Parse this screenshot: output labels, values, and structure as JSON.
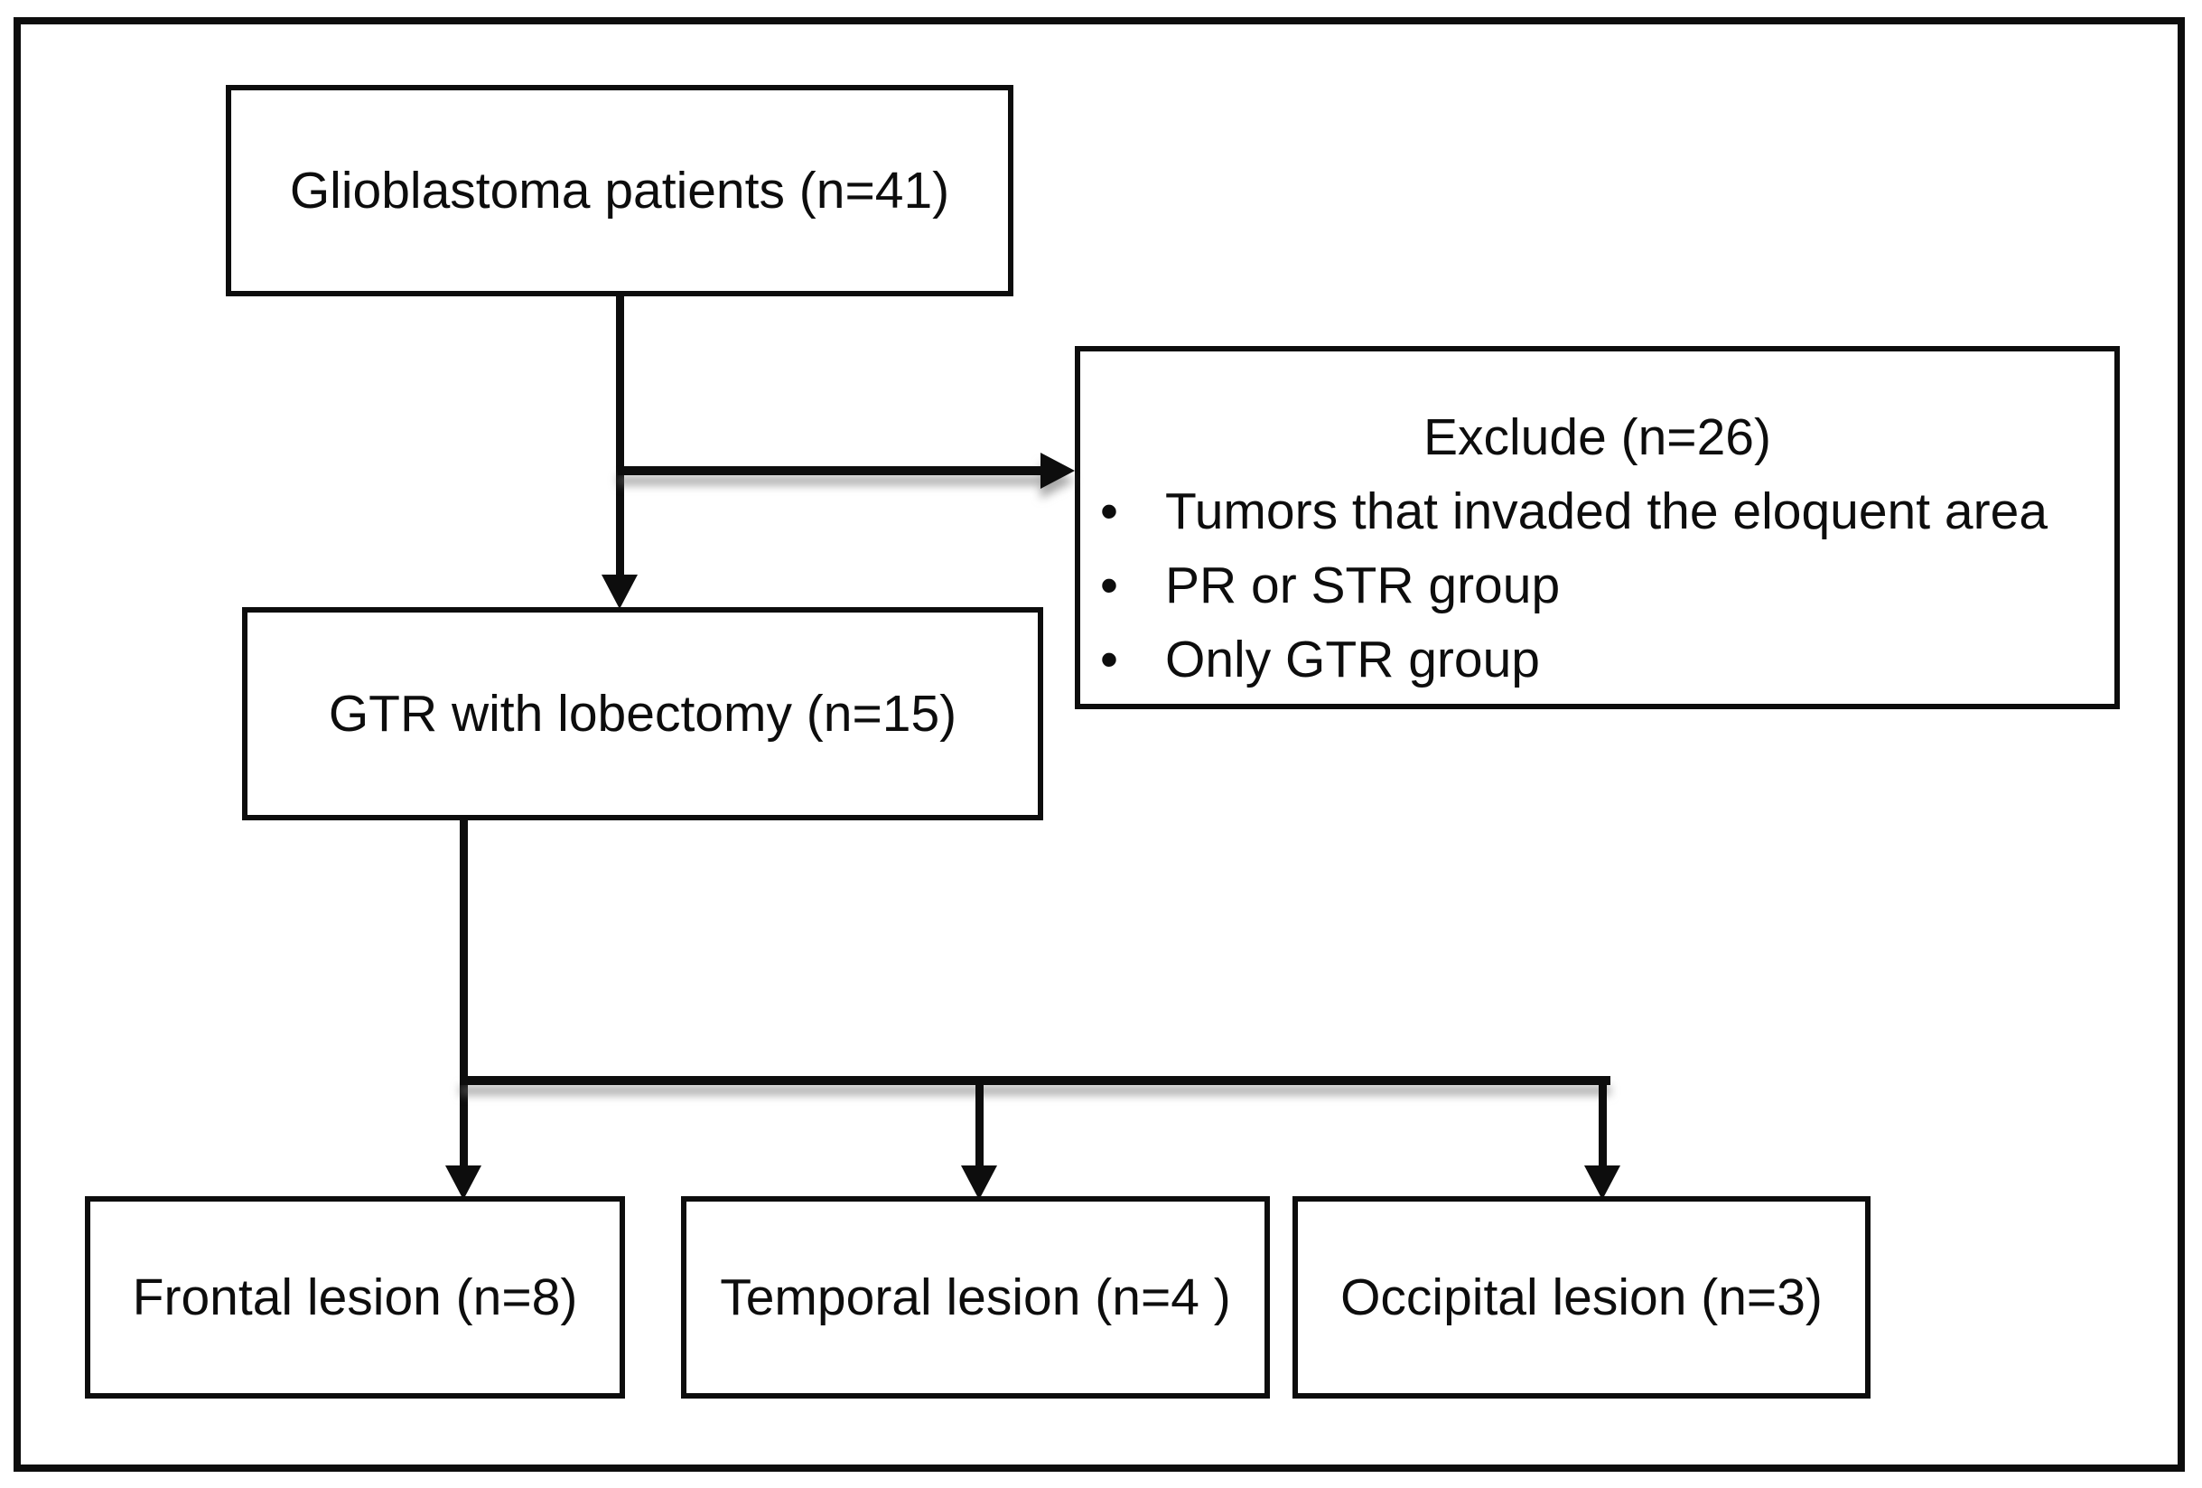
{
  "figure": {
    "type": "flowchart",
    "background": "#ffffff",
    "line_color": "#0d0d0d",
    "shadow_color": "#8c8c8c",
    "nodes": {
      "top": {
        "label": "Glioblastoma patients (n=41)"
      },
      "exclude": {
        "title": "Exclude (n=26)",
        "bullet_char": "•",
        "items": [
          "Tumors that invaded the eloquent area",
          "PR or STR group",
          "Only GTR group"
        ]
      },
      "gtr": {
        "label": "GTR with lobectomy (n=15)"
      },
      "frontal": {
        "label": "Frontal lesion (n=8)"
      },
      "temporal": {
        "label": "Temporal lesion (n=4 )"
      },
      "occipital": {
        "label": "Occipital lesion (n=3)"
      }
    },
    "edges": [
      {
        "from": "glioblastoma-patients",
        "to": "gtr-with-lobectomy",
        "style": "arrow"
      },
      {
        "from": "glioblastoma-patients",
        "to": "exclude",
        "style": "arrow"
      },
      {
        "from": "gtr-with-lobectomy",
        "to": "frontal-lesion",
        "style": "arrow"
      },
      {
        "from": "gtr-with-lobectomy",
        "to": "temporal-lesion",
        "style": "arrow"
      },
      {
        "from": "gtr-with-lobectomy",
        "to": "occipital-lesion",
        "style": "arrow"
      }
    ]
  }
}
